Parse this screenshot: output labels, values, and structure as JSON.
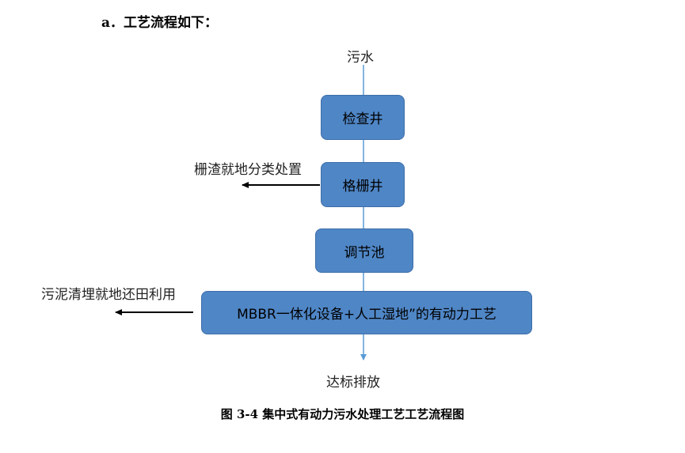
{
  "heading": "a．工艺流程如下：",
  "flow": {
    "input": "污水",
    "steps": [
      "检查井",
      "格栅井",
      "调节池",
      "MBBR一体化设备+人工湿地”的有动力工艺"
    ],
    "output": "达标排放",
    "side_outputs": {
      "screen_waste": "栅渣就地分类处置",
      "sludge": "污泥清埋就地还田利用"
    }
  },
  "caption": "图  3-4  集中式有动力污水处理工艺工艺流程图",
  "colors": {
    "box_fill": "#4f86c6",
    "box_border": "#3d6ea8",
    "connector": "#5b9bd5",
    "side_arrow": "#000000"
  }
}
